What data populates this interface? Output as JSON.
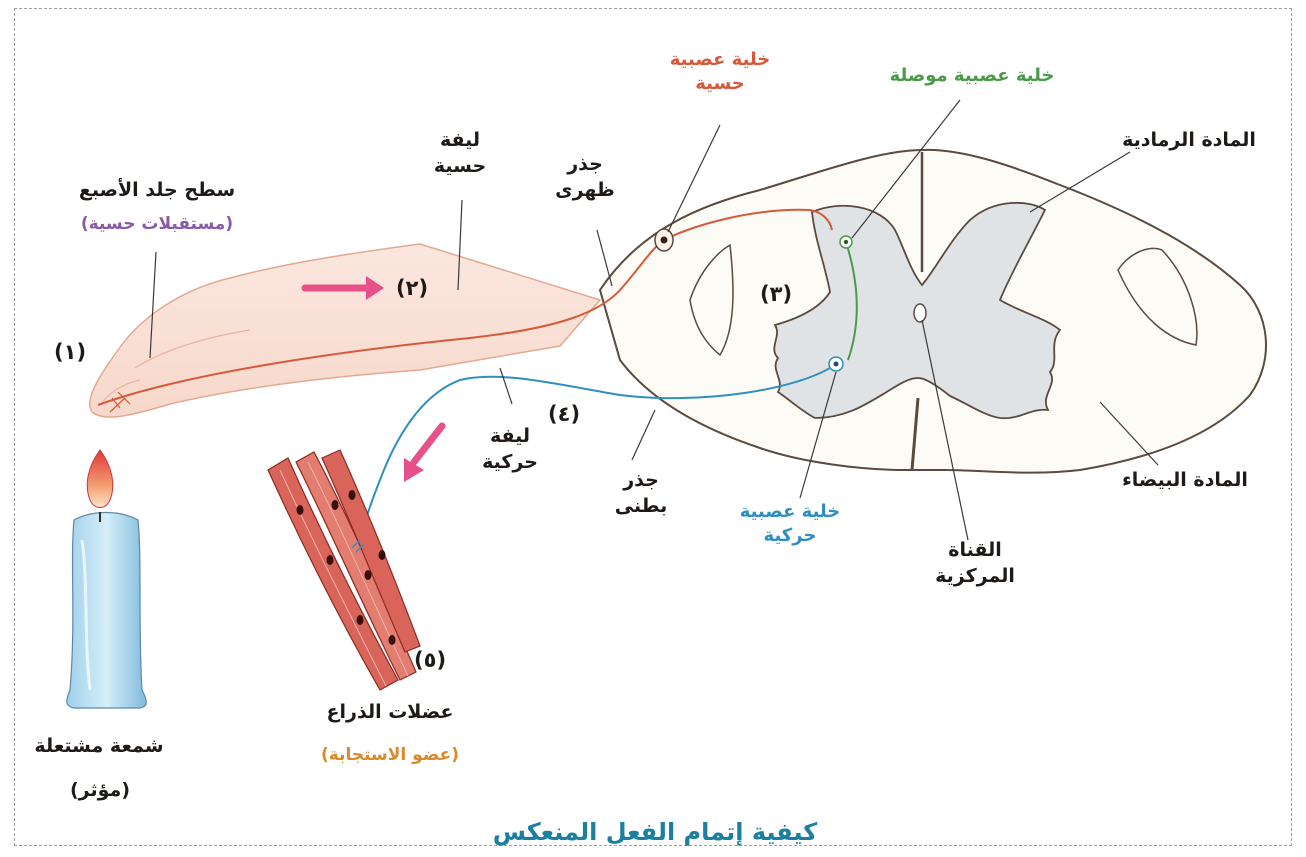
{
  "caption": {
    "text": "كيفية إتمام الفعل المنعكس",
    "color": "#1b7fa0"
  },
  "labels": {
    "skin_surface": "سطح جلد الأصبع",
    "sensory_receptors": "(مستقبلات حسية)",
    "sensory_fiber_1": "ليفة",
    "sensory_fiber_2": "حسية",
    "dorsal_root_1": "جذر",
    "dorsal_root_2": "ظهرى",
    "sensory_neuron_1": "خلية عصبية",
    "sensory_neuron_2": "حسية",
    "interneuron": "خلية عصبية موصلة",
    "gray_matter": "المادة الرمادية",
    "white_matter": "المادة البيضاء",
    "central_canal_1": "القناة",
    "central_canal_2": "المركزية",
    "motor_neuron_1": "خلية عصبية",
    "motor_neuron_2": "حركية",
    "ventral_root_1": "جذر",
    "ventral_root_2": "بطنى",
    "motor_fiber_1": "ليفة",
    "motor_fiber_2": "حركية",
    "arm_muscles": "عضلات الذراع",
    "effector": "(عضو الاستجابة)",
    "candle": "شمعة مشتعلة",
    "stimulus": "(مؤثر)"
  },
  "step_numbers": {
    "n1": "(١)",
    "n2": "(٢)",
    "n3": "(٣)",
    "n4": "(٤)",
    "n5": "(٥)"
  },
  "colors": {
    "sensory": "#d6593a",
    "interneuron": "#4a9a4a",
    "motor": "#2f8fc0",
    "receptor": "#8a5aa8",
    "effector": "#d98a2c",
    "arrow": "#e8508a",
    "gray_matter": "#dfe3e6",
    "ink": "#1f1a17"
  },
  "icons": {
    "candle": "candle-icon",
    "muscle": "muscle-fibers-icon",
    "arrow": "arrow-icon"
  }
}
